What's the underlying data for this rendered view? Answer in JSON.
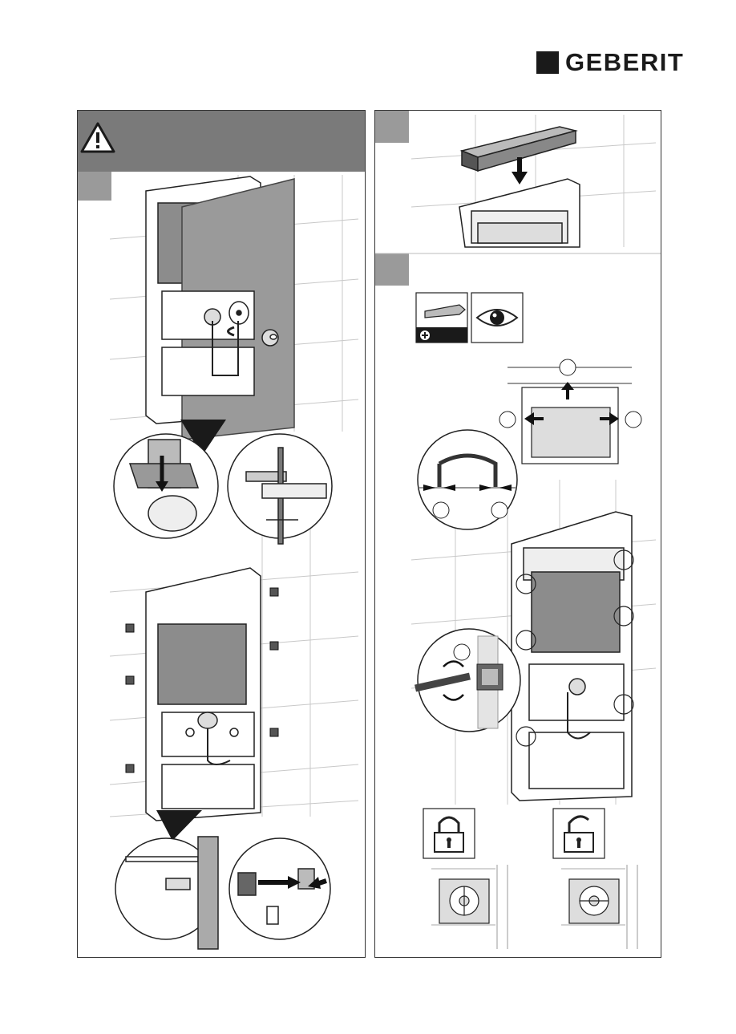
{
  "header": {
    "brand": "GEBERIT"
  },
  "colors": {
    "warning_bar": "#7a7a7a",
    "step_tab": "#9a9a9a",
    "frame": "#333333",
    "cistern": "#8c8c8c"
  },
  "left_panel": {
    "warning": {
      "icon": "warning-triangle-icon"
    },
    "step_a": {
      "icon": "frame-install-illustration"
    },
    "step_b": {
      "icon": "anchor-clip-illustration"
    }
  },
  "right_panel": {
    "step_a": {
      "icon": "cover-box-illustration"
    },
    "step_b": {
      "tools": [
        {
          "icon": "phillips-screwdriver-icon"
        },
        {
          "icon": "eye-icon"
        }
      ],
      "states": [
        {
          "icon": "lock-closed-icon"
        },
        {
          "icon": "lock-open-icon"
        }
      ]
    }
  }
}
